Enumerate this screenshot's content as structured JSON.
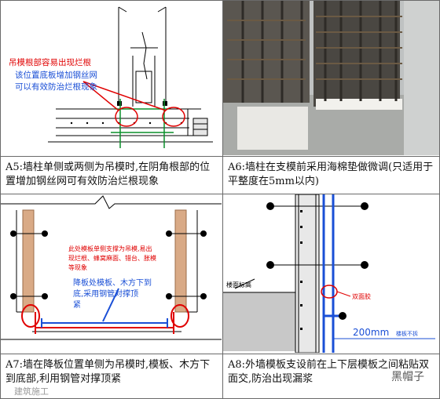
{
  "panels": {
    "a5": {
      "caption": "A5:墙柱单侧或两侧为吊模时,在阴角根部的位置增加钢丝网可有效防治烂根现象",
      "annot_1": "吊模根部容易出现烂根",
      "annot_2": "该位置底板增加钢丝网",
      "annot_3": "可以有效防治烂根现象"
    },
    "a6": {
      "caption": "A6:墙柱在支模前采用海棉垫做微调(只适用于平整度在5mm以内)"
    },
    "a7": {
      "caption": "A7:墙在降板位置单侧为吊模时,模板、木方下到底部,利用钢管对撑顶紧",
      "annot_1": "此处模板单侧支撑为吊模,易出",
      "annot_2": "现烂根、蜂窝麻面、错台、胀模",
      "annot_3": "等现象",
      "annot_4": "降板处模板、木方下到",
      "annot_5": "底,采用钢管对撑顶",
      "annot_6": "紧"
    },
    "a8": {
      "caption": "A8:外墙模板支设前在上下层模板之间粘贴双面交,防治出现漏浆",
      "label_slab": "楼面标高",
      "label_tape": "双面胶",
      "label_dim": "200mm",
      "label_dim_note": "楼板不拆"
    }
  },
  "watermark_left": "建筑施工",
  "watermark_right": "黑帽子",
  "colors": {
    "red": "#e00000",
    "blue": "#1a4fd6",
    "wood": "#d9aa86",
    "concrete": "#c8c8c8"
  }
}
